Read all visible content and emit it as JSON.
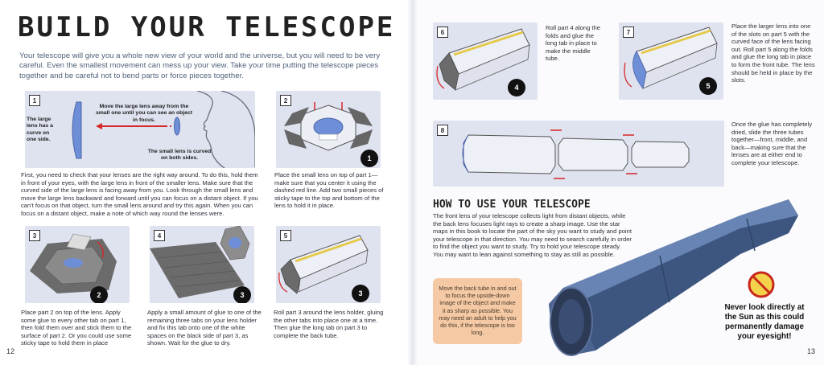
{
  "colors": {
    "panel": "#dfe2ef",
    "arrow": "#d62828",
    "lens": "#6e8fd8",
    "tube": "#4a6390",
    "note_bg": "#f4c9a3"
  },
  "title": "BUILD YOUR TELESCOPE",
  "intro": "Your telescope will give you a whole new view of your world and the universe, but you will need to be very careful. Even the smallest movement can mess up your view. Take your time putting the telescope pieces together and be careful not to bend parts or force pieces together.",
  "steps": {
    "s1": {
      "num": "1",
      "label_large": "The large lens has a curve on one side.",
      "label_move": "Move the large lens away from the small one until you can see an object in focus.",
      "label_small": "The small lens is curved on both sides.",
      "caption": "First, you need to check that your lenses are the right way around. To do this, hold them in front of your eyes, with the large lens in front of the smaller lens. Make sure that the curved side of the large lens is facing away from you. Look through the small lens and move the large lens backward and forward until you can focus on a distant object. If you can't focus on that object, turn the small lens around and try this again. When you can focus on a distant object, make a note of which way round the lenses were."
    },
    "s2": {
      "num": "2",
      "marker": "1",
      "caption": "Place the small lens on top of part 1—make sure that you center it using the dashed red line. Add two small pieces of sticky tape to the top and bottom of the lens to hold it in place."
    },
    "s3": {
      "num": "3",
      "marker": "2",
      "caption": "Place part 2 on top of the lens. Apply some glue to every other tab on part 1, then fold them over and stick them to the surface of part 2. Or you could use some sticky tape to hold them in place"
    },
    "s4": {
      "num": "4",
      "marker": "3",
      "caption": "Apply a small amount of glue to one of the remaining three tabs on your lens holder and fix this tab onto one of the white spaces on the black side of part 3, as shown. Wait for the glue to dry."
    },
    "s5": {
      "num": "5",
      "marker": "3",
      "caption": "Roll part 3 around the lens holder, gluing the other tabs into place one at a time. Then glue the long tab on part 3 to complete the back tube."
    },
    "s6": {
      "num": "6",
      "marker": "4",
      "caption": "Roll part 4 along the folds and glue the long tab in place to make the middle tube."
    },
    "s7": {
      "num": "7",
      "marker": "5",
      "caption": "Place the larger lens into one of the slots on part 5 with the curved face of the lens facing out. Roll part 5 along the folds and glue the long tab in place to form the front tube. The lens should be held in place by the slots."
    },
    "s8": {
      "num": "8",
      "caption": "Once the glue has completely dried, slide the three tubes together—front, middle, and back—making sure that the lenses are at either end to complete your telescope."
    }
  },
  "howto": {
    "heading": "HOW TO USE YOUR TELESCOPE",
    "body": "The front lens of your telescope collects light from distant objects, while the back lens focuses light rays to create a sharp image. Use the star maps in this book to locate the part of the sky you want to study and point your telescope in that direction. You may need to search carefully in order to find the object you want to study. Try to hold your telescope steady. You may want to lean against something to stay as still as possible."
  },
  "note": "Move the back tube in and out to focus the upside-down image of the object and make it as sharp as possible. You may need an adult to help you do this, if the telescope is too long.",
  "warning": "Never look directly at the Sun as this could permanently damage your eyesight!",
  "page_left": "12",
  "page_right": "13"
}
